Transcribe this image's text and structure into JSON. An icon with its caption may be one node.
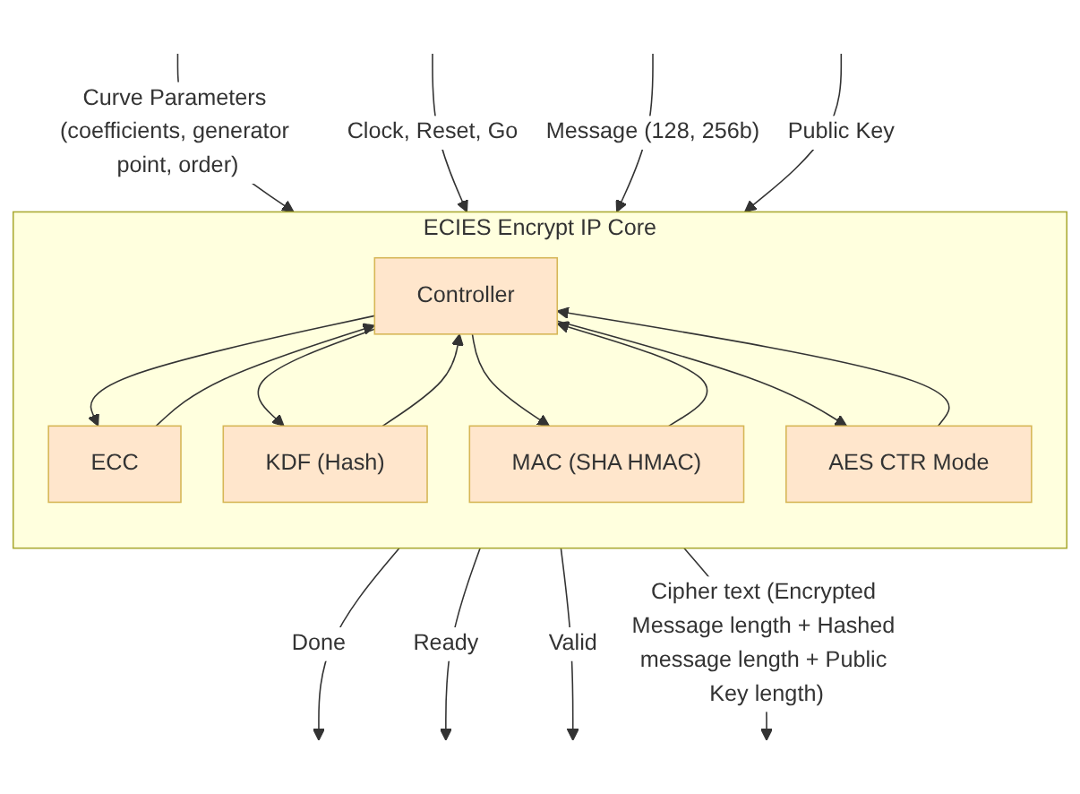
{
  "diagram": {
    "nodes": [
      {
        "text": [
          "ECIES Encrypt IP Core"
        ]
      },
      {
        "text": [
          "Controller"
        ],
        "in": 0
      },
      {
        "text": [
          "ECC"
        ],
        "in": 0
      },
      {
        "text": [
          "KDF (Hash)"
        ],
        "in": 0
      },
      {
        "text": [
          "MAC (SHA HMAC)"
        ],
        "in": 0
      },
      {
        "text": [
          "AES CTR Mode"
        ],
        "in": 0
      }
    ],
    "edges": [
      {
        "from": null,
        "to": 0,
        "arrow": "to",
        "label": "Curve Parameters (coefficients, generator point, order)"
      },
      {
        "from": null,
        "to": 0,
        "arrow": "to",
        "label": "Clock, Reset, Go"
      },
      {
        "from": null,
        "to": 0,
        "arrow": "to",
        "label": "Message (128, 256b)"
      },
      {
        "from": null,
        "to": 0,
        "arrow": "to",
        "label": "Public Key"
      },
      {
        "from": 2,
        "to": 1,
        "arrow": "to"
      },
      {
        "from": 1,
        "to": 2,
        "arrow": "to"
      },
      {
        "from": 3,
        "to": 1,
        "arrow": "to"
      },
      {
        "from": 1,
        "to": 3,
        "arrow": "to"
      },
      {
        "from": 4,
        "to": 1,
        "arrow": "to"
      },
      {
        "from": 1,
        "to": 4,
        "arrow": "to"
      },
      {
        "from": 5,
        "to": 1,
        "arrow": "to"
      },
      {
        "from": 1,
        "to": 5,
        "arrow": "to"
      },
      {
        "from": 0,
        "to": null,
        "arrow": "to",
        "label": "Done"
      },
      {
        "from": 0,
        "to": null,
        "arrow": "to",
        "label": "Ready"
      },
      {
        "from": 0,
        "to": null,
        "arrow": "to",
        "label": "Valid"
      },
      {
        "from": 0,
        "to": null,
        "arrow": "to",
        "label": "Cipher text (Encrypted Message length + Hashed message length + Public Key length)"
      }
    ]
  }
}
